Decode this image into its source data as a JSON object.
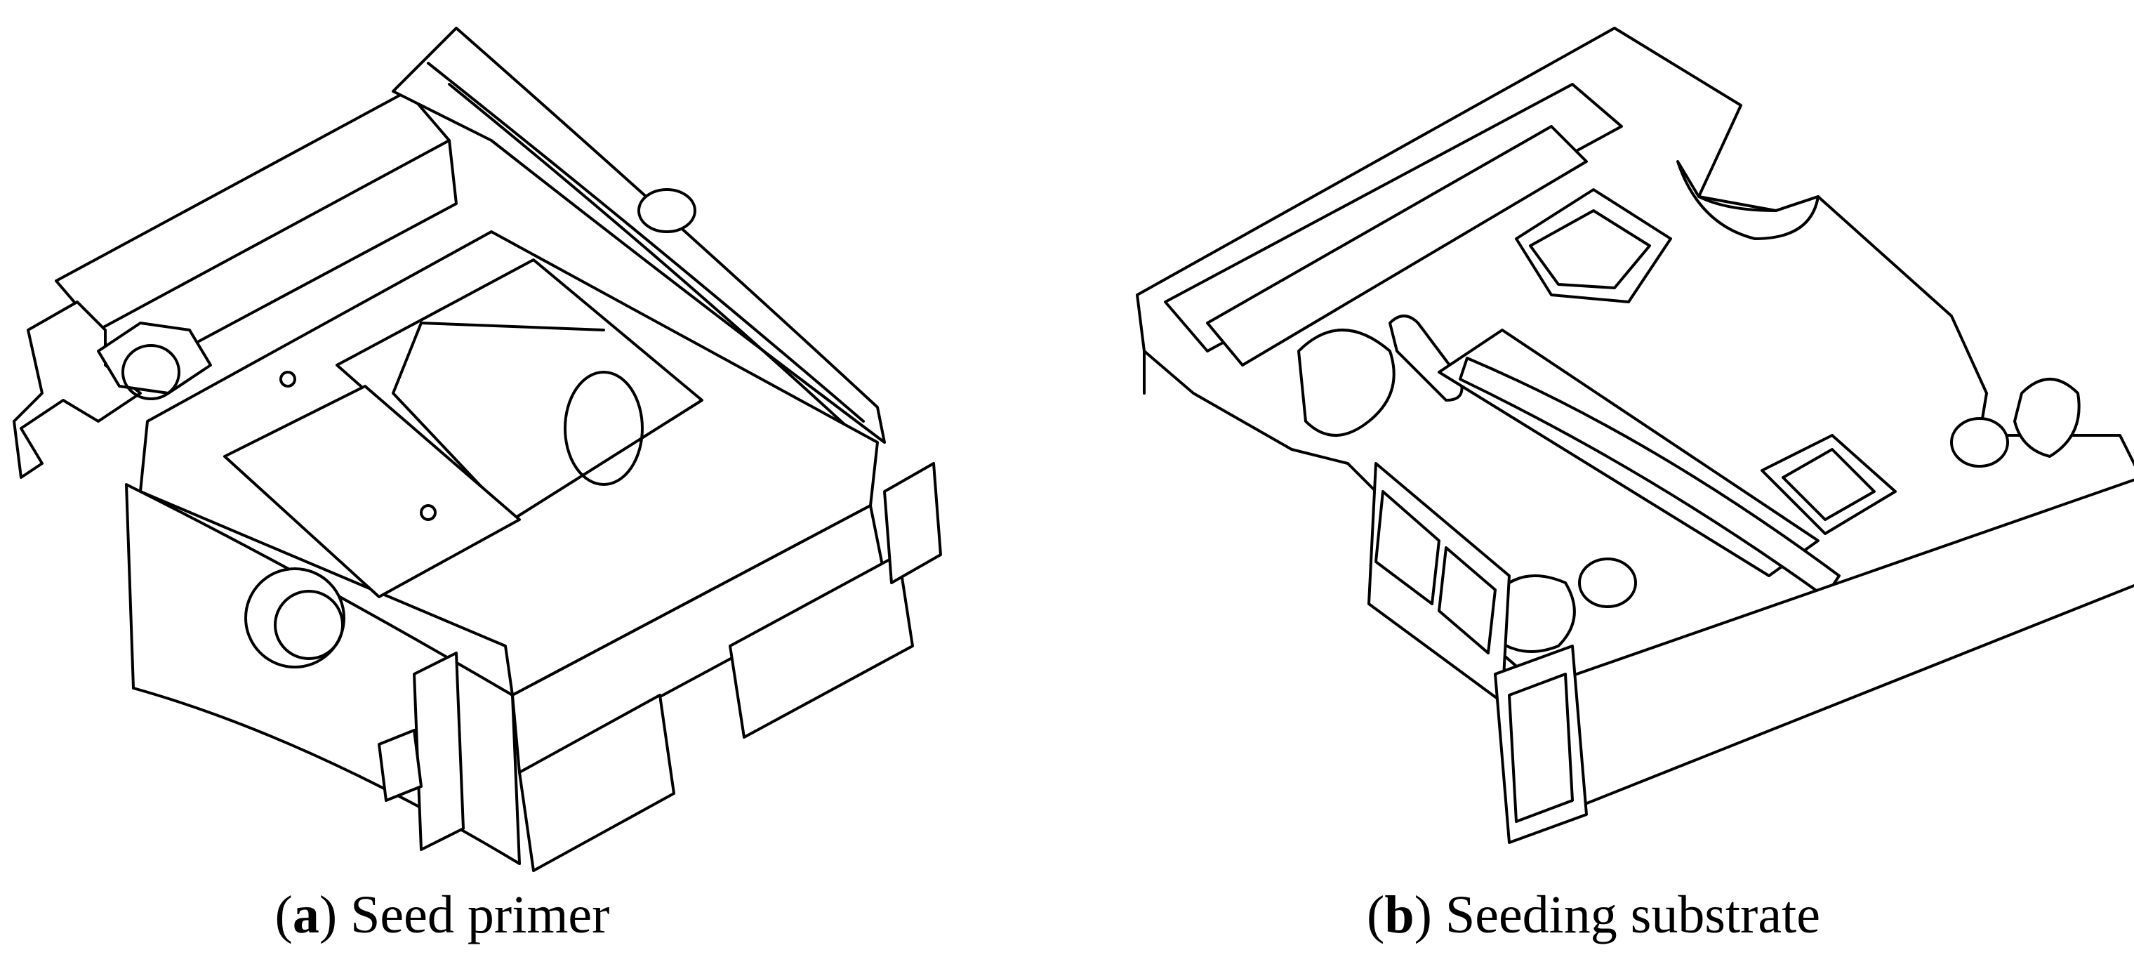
{
  "figure": {
    "panels": [
      {
        "letter": "a",
        "caption": "Seed primer"
      },
      {
        "letter": "b",
        "caption": "Seeding substrate"
      }
    ]
  },
  "colors": {
    "line": "#000000",
    "background": "#ffffff"
  }
}
